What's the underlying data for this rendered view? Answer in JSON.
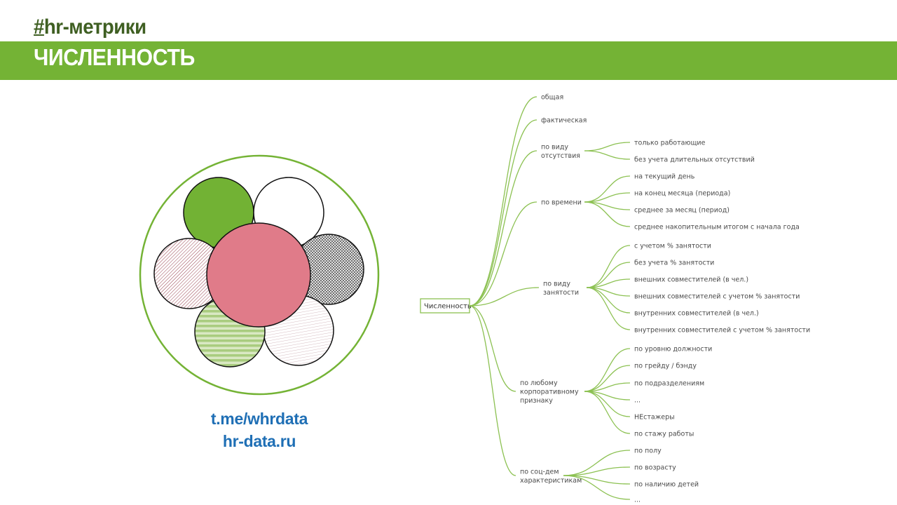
{
  "header": {
    "tag_hash": "#",
    "tag_rest": "hr-метрики",
    "title": "ЧИСЛЕННОСТЬ"
  },
  "links": {
    "telegram": "t.me/whrdata",
    "site": "hr-data.ru"
  },
  "colors": {
    "banner": "#74b335",
    "tag_text": "#3f5f22",
    "link": "#1f6fb5",
    "petal_green": "#72b234",
    "center_pink": "#e07b89",
    "tree_line": "#8cc152"
  },
  "logo": {
    "petals": [
      {
        "name": "petal-green",
        "fill": "solid-green"
      },
      {
        "name": "petal-white",
        "fill": "white"
      },
      {
        "name": "petal-gray-hatch",
        "fill": "gray-crosshatch"
      },
      {
        "name": "petal-pink-lines",
        "fill": "pink-thin-lines"
      },
      {
        "name": "petal-green-stripes",
        "fill": "green-horizontal-stripes"
      },
      {
        "name": "petal-maroon-hatch",
        "fill": "maroon-diagonal-hatch"
      }
    ],
    "center": "solid-pink"
  },
  "tree": {
    "root": "Численность",
    "branches": [
      {
        "label": [
          "общая"
        ],
        "children": []
      },
      {
        "label": [
          "фактическая"
        ],
        "children": []
      },
      {
        "label": [
          "по виду",
          "отсутствия"
        ],
        "children": [
          "только работающие",
          "без учета длительных отсутствий"
        ]
      },
      {
        "label": [
          "по времени"
        ],
        "children": [
          "на текущий день",
          "на конец месяца (периода)",
          "среднее за месяц (период)",
          "среднее накопительным итогом с начала года"
        ]
      },
      {
        "label": [
          "по виду",
          "занятости"
        ],
        "children": [
          "с учетом % занятости",
          "без учета % занятости",
          "внешних совместителей (в чел.)",
          "внешних совместителей с учетом % занятости",
          "внутренних совместителей (в чел.)",
          "внутренних совместителей с учетом % занятости"
        ]
      },
      {
        "label": [
          "по любому",
          "корпоративному",
          "признаку"
        ],
        "children": [
          "по уровню должности",
          "по грейду / бэнду",
          "по подразделениям",
          "...",
          "НЕстажеры",
          "по стажу работы"
        ]
      },
      {
        "label": [
          "по соц-дем",
          "характеристикам"
        ],
        "children": [
          "по полу",
          "по возрасту",
          "по наличию детей",
          "..."
        ]
      }
    ]
  }
}
